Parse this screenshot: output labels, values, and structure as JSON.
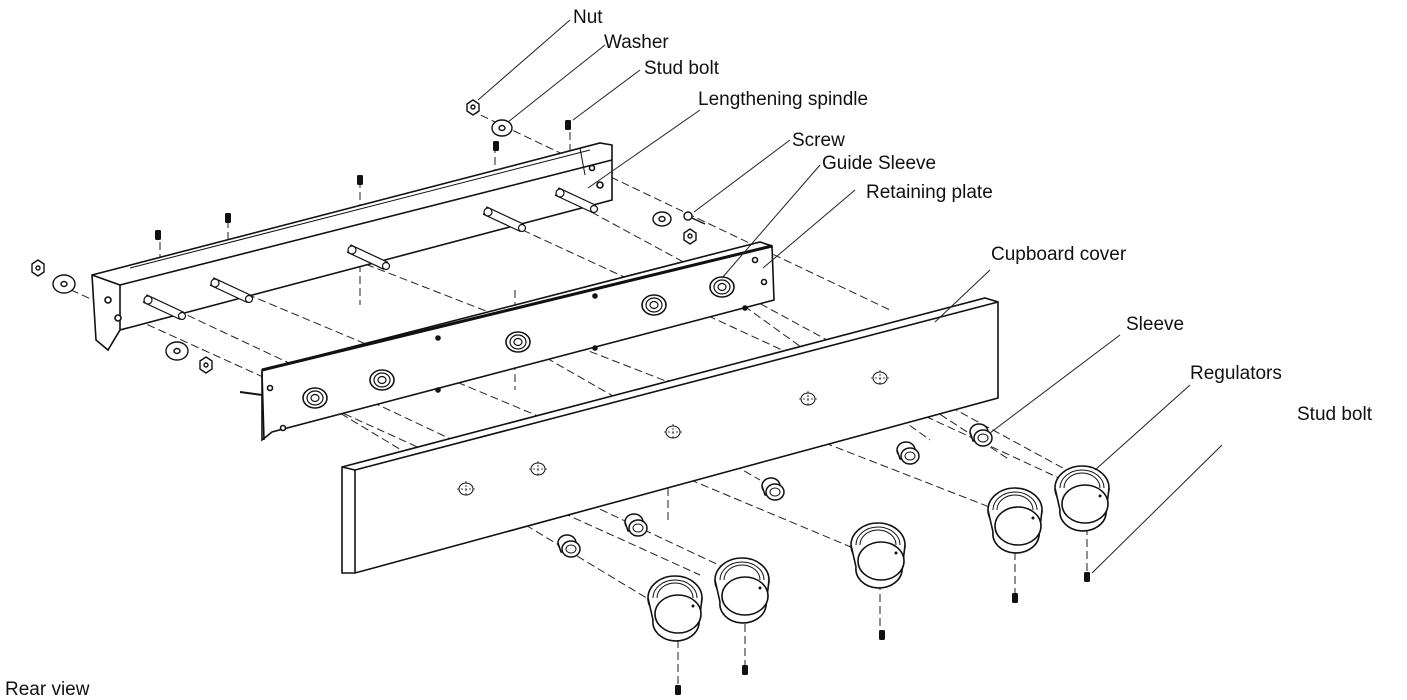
{
  "labels": {
    "nut": "Nut",
    "washer": "Washer",
    "stud_bolt_top": "Stud bolt",
    "lengthening_spindle": "Lengthening spindle",
    "screw": "Screw",
    "guide_sleeve": "Guide Sleeve",
    "retaining_plate": "Retaining plate",
    "cupboard_cover": "Cupboard cover",
    "sleeve": "Sleeve",
    "regulators": "Regulators",
    "stud_bolt_right": "Stud bolt",
    "view_caption": "Rear view"
  },
  "colors": {
    "line": "#1a1a1a",
    "background": "#ffffff"
  }
}
